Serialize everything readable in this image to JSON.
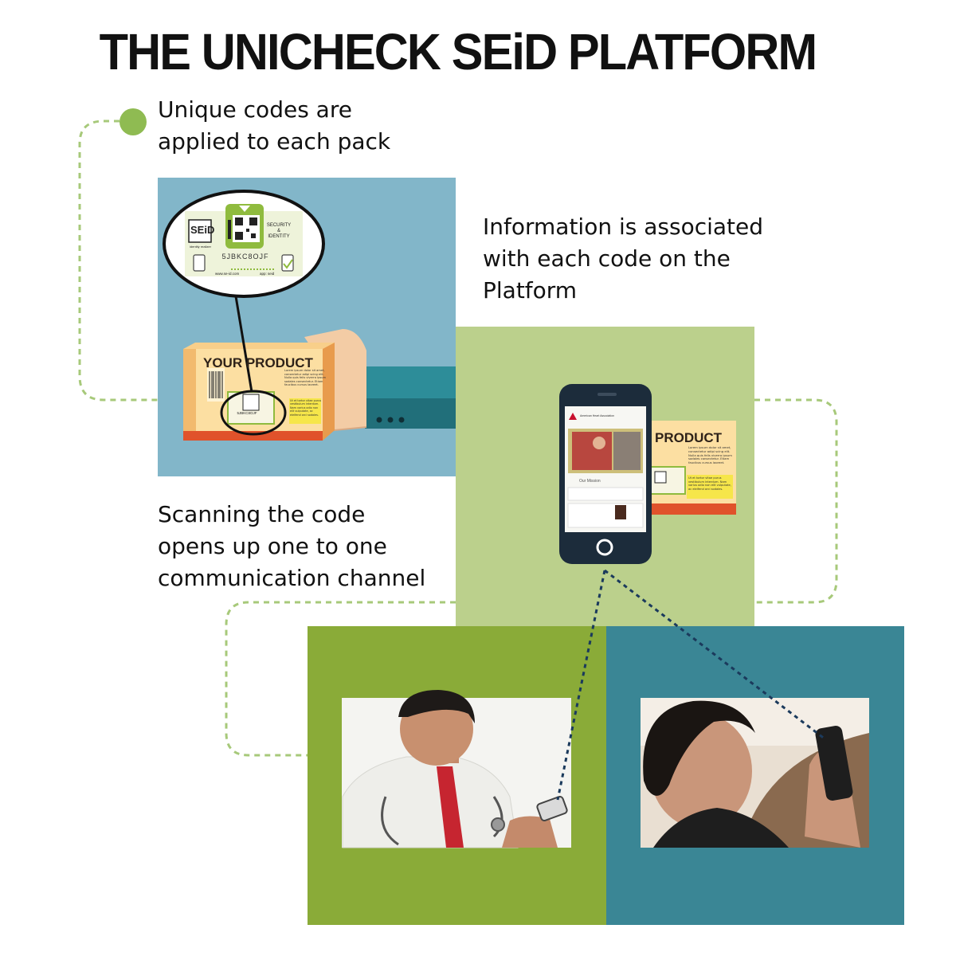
{
  "title": "THE UNICHECK SEiD PLATFORM",
  "steps": [
    {
      "text": "Unique codes are\napplied to each pack"
    },
    {
      "text": "Information is associated\nwith each code on the\nPlatform"
    },
    {
      "text": "Scanning the code\nopens up one to one\ncommunication channel"
    }
  ],
  "label": {
    "brand": "SEiD",
    "brand_sub": "identity realizer",
    "security_line1": "SECURITY",
    "security_amp": "&",
    "security_line2": "IDENTITY",
    "code": "5JBKC8OJF",
    "code_small": "5JBKC8OJF",
    "website": "www.se-id.com",
    "app": "app: seid"
  },
  "product": {
    "name": "YOUR PRODUCT",
    "name_phone": "PRODUCT",
    "body": "Lorem ipsum dolor sit amet, consectetur adipi scing elit. Nulla quis felis viverra ipsum sodales consectetur. Etiam faucibus cursus laoreet.",
    "highlight": "Ut et tortor vitae purus vestibulum interdum. Nam varius odio non elit vulputate, ac eleifend orci sodales."
  },
  "phone_screen": {
    "org": "American Heart Association",
    "mission": "Our Mission"
  },
  "colors": {
    "panel_blue": "#82b6c9",
    "panel_green_light": "#bbd08c",
    "panel_green": "#8aab38",
    "panel_teal": "#3a8695",
    "dot_green": "#8fbb52",
    "label_green": "#8fbb3e",
    "box_orange": "#f2ba6e",
    "box_cream": "#fcdfa2",
    "box_red": "#e0522b",
    "sleeve": "#2d8d99",
    "phone_body": "#1c2c3b"
  },
  "icons": [
    "green-dot-icon",
    "qr-code-icon",
    "smartphone-icon",
    "checkmark-icon",
    "barcode-icon",
    "home-button-icon"
  ],
  "photos": [
    "doctor-using-phone-photo",
    "woman-using-phone-photo"
  ]
}
